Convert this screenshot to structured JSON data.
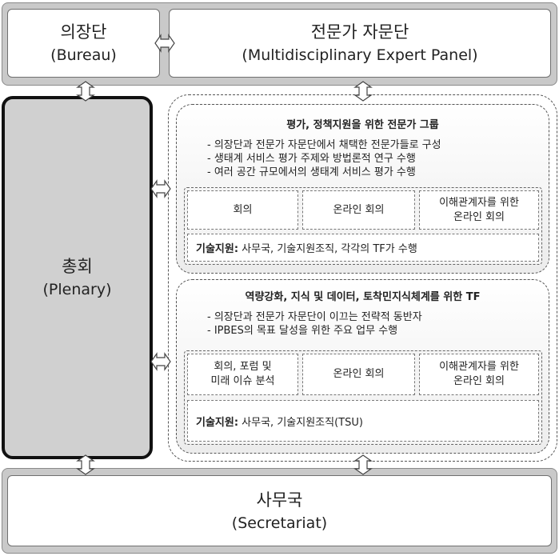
{
  "bureau": {
    "title": "의장단",
    "subtitle": "(Bureau)"
  },
  "mep": {
    "title": "전문가 자문단",
    "subtitle": "(Multidisciplinary Expert Panel)"
  },
  "plenary": {
    "title": "총회",
    "subtitle": "(Plenary)"
  },
  "secretariat": {
    "title": "사무국",
    "subtitle": "(Secretariat)"
  },
  "expert_group": {
    "title": "평가, 정책지원을 위한 전문가 그룹",
    "bullets": [
      "- 의장단과 전문가 자문단에서 채택한 전문가들로 구성",
      "- 생태계 서비스 평가 주제와 방법론적 연구 수행",
      "- 여러 공간 규모에서의 생태계 서비스 평가 수행"
    ],
    "cells": [
      "회의",
      "온라인 회의",
      "이해관계자를 위한\n온라인 회의"
    ],
    "support_label": "기술지원:",
    "support_text": " 사무국, 기술지원조직, 각각의 TF가 수행"
  },
  "task_force": {
    "title": "역량강화, 지식 및 데이터, 토착민지식체계를 위한 TF",
    "bullets": [
      "- 의장단과 전문가 자문단이 이끄는 전략적 동반자",
      "- IPBES의 목표 달성을 위한 주요 업무 수행"
    ],
    "cells": [
      "회의, 포럼 및\n미래 이슈 분석",
      "온라인 회의",
      "이해관계자를 위한\n온라인 회의"
    ],
    "support_label": "기술지원:",
    "support_text": " 사무국, 기술지원조직(TSU)"
  },
  "colors": {
    "frame_grey": "#c9c9c9",
    "plenary_fill": "#d0d0d0",
    "border_dark": "#111111"
  }
}
